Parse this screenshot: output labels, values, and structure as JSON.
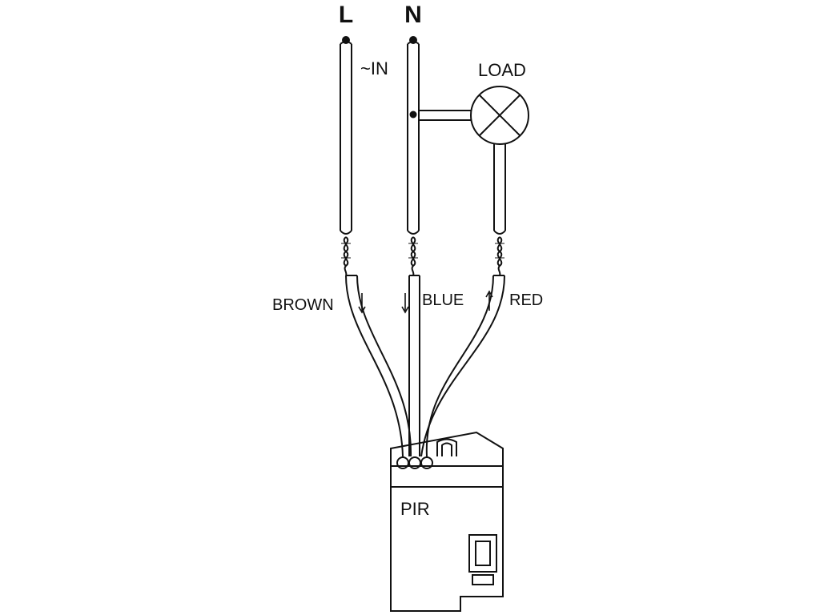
{
  "terminals": {
    "line": "L",
    "neutral": "N"
  },
  "input_label": "~IN",
  "load_label": "LOAD",
  "wires": {
    "brown": "BROWN",
    "blue": "BLUE",
    "red": "RED"
  },
  "device_label": "PIR",
  "colors": {
    "ink": "#111111",
    "background": "#ffffff"
  }
}
